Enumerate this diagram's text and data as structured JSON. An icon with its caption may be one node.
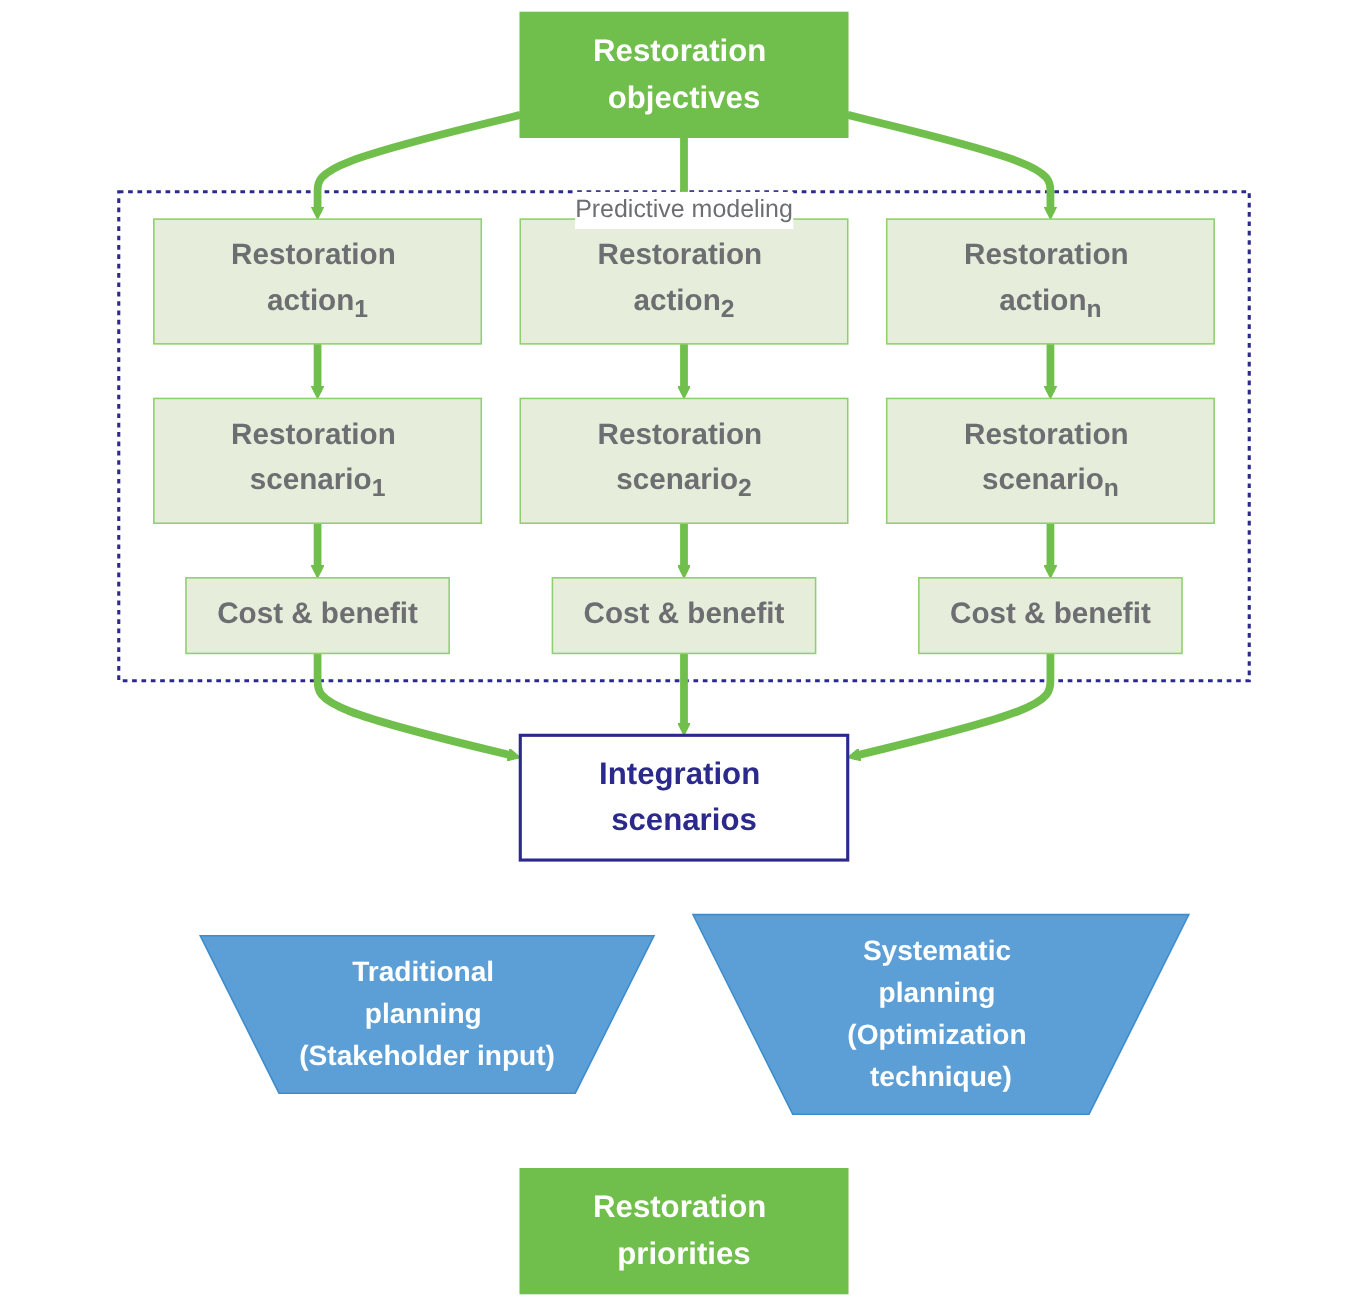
{
  "diagram": {
    "nodes": [
      {
        "text": [
          "Restoration objectives"
        ]
      },
      {
        "text": [
          "Predictive modeling"
        ]
      },
      {
        "text": [
          "Restoration action$_{1}$"
        ],
        "in": 1
      },
      {
        "text": [
          "Restoration action$_{2}$"
        ],
        "in": 1
      },
      {
        "text": [
          "Restoration action$_{n}$"
        ],
        "in": 1
      },
      {
        "text": [
          "Restoration scenario$_{1}$"
        ],
        "in": 1
      },
      {
        "text": [
          "Restoration scenario$_{2}$"
        ],
        "in": 1
      },
      {
        "text": [
          "Restoration scenario$_{n}$"
        ],
        "in": 1
      },
      {
        "text": [
          "Cost & benefit"
        ],
        "in": 1
      },
      {
        "text": [
          "Cost & benefit"
        ],
        "in": 1
      },
      {
        "text": [
          "Cost & benefit"
        ],
        "in": 1
      },
      {
        "text": [
          "Integration scenarios"
        ]
      },
      {
        "text": [
          "Traditional planning (Stakeholder input)"
        ]
      },
      {
        "text": [
          "Systematic planning (Optimization technique)"
        ]
      },
      {
        "text": [
          "Restoration priorities"
        ]
      }
    ],
    "edges": [
      {
        "from": 0,
        "to": 2,
        "arrow": "to"
      },
      {
        "from": 0,
        "to": 3,
        "arrow": "to"
      },
      {
        "from": 0,
        "to": 4,
        "arrow": "to"
      },
      {
        "from": 2,
        "to": 5,
        "arrow": "to"
      },
      {
        "from": 3,
        "to": 6,
        "arrow": "to"
      },
      {
        "from": 4,
        "to": 7,
        "arrow": "to"
      },
      {
        "from": 5,
        "to": 8,
        "arrow": "to"
      },
      {
        "from": 6,
        "to": 9,
        "arrow": "to"
      },
      {
        "from": 7,
        "to": 10,
        "arrow": "to"
      },
      {
        "from": 8,
        "to": 11,
        "arrow": "to"
      },
      {
        "from": 9,
        "to": 11,
        "arrow": "to"
      },
      {
        "from": 10,
        "to": 11,
        "arrow": "to"
      }
    ]
  }
}
